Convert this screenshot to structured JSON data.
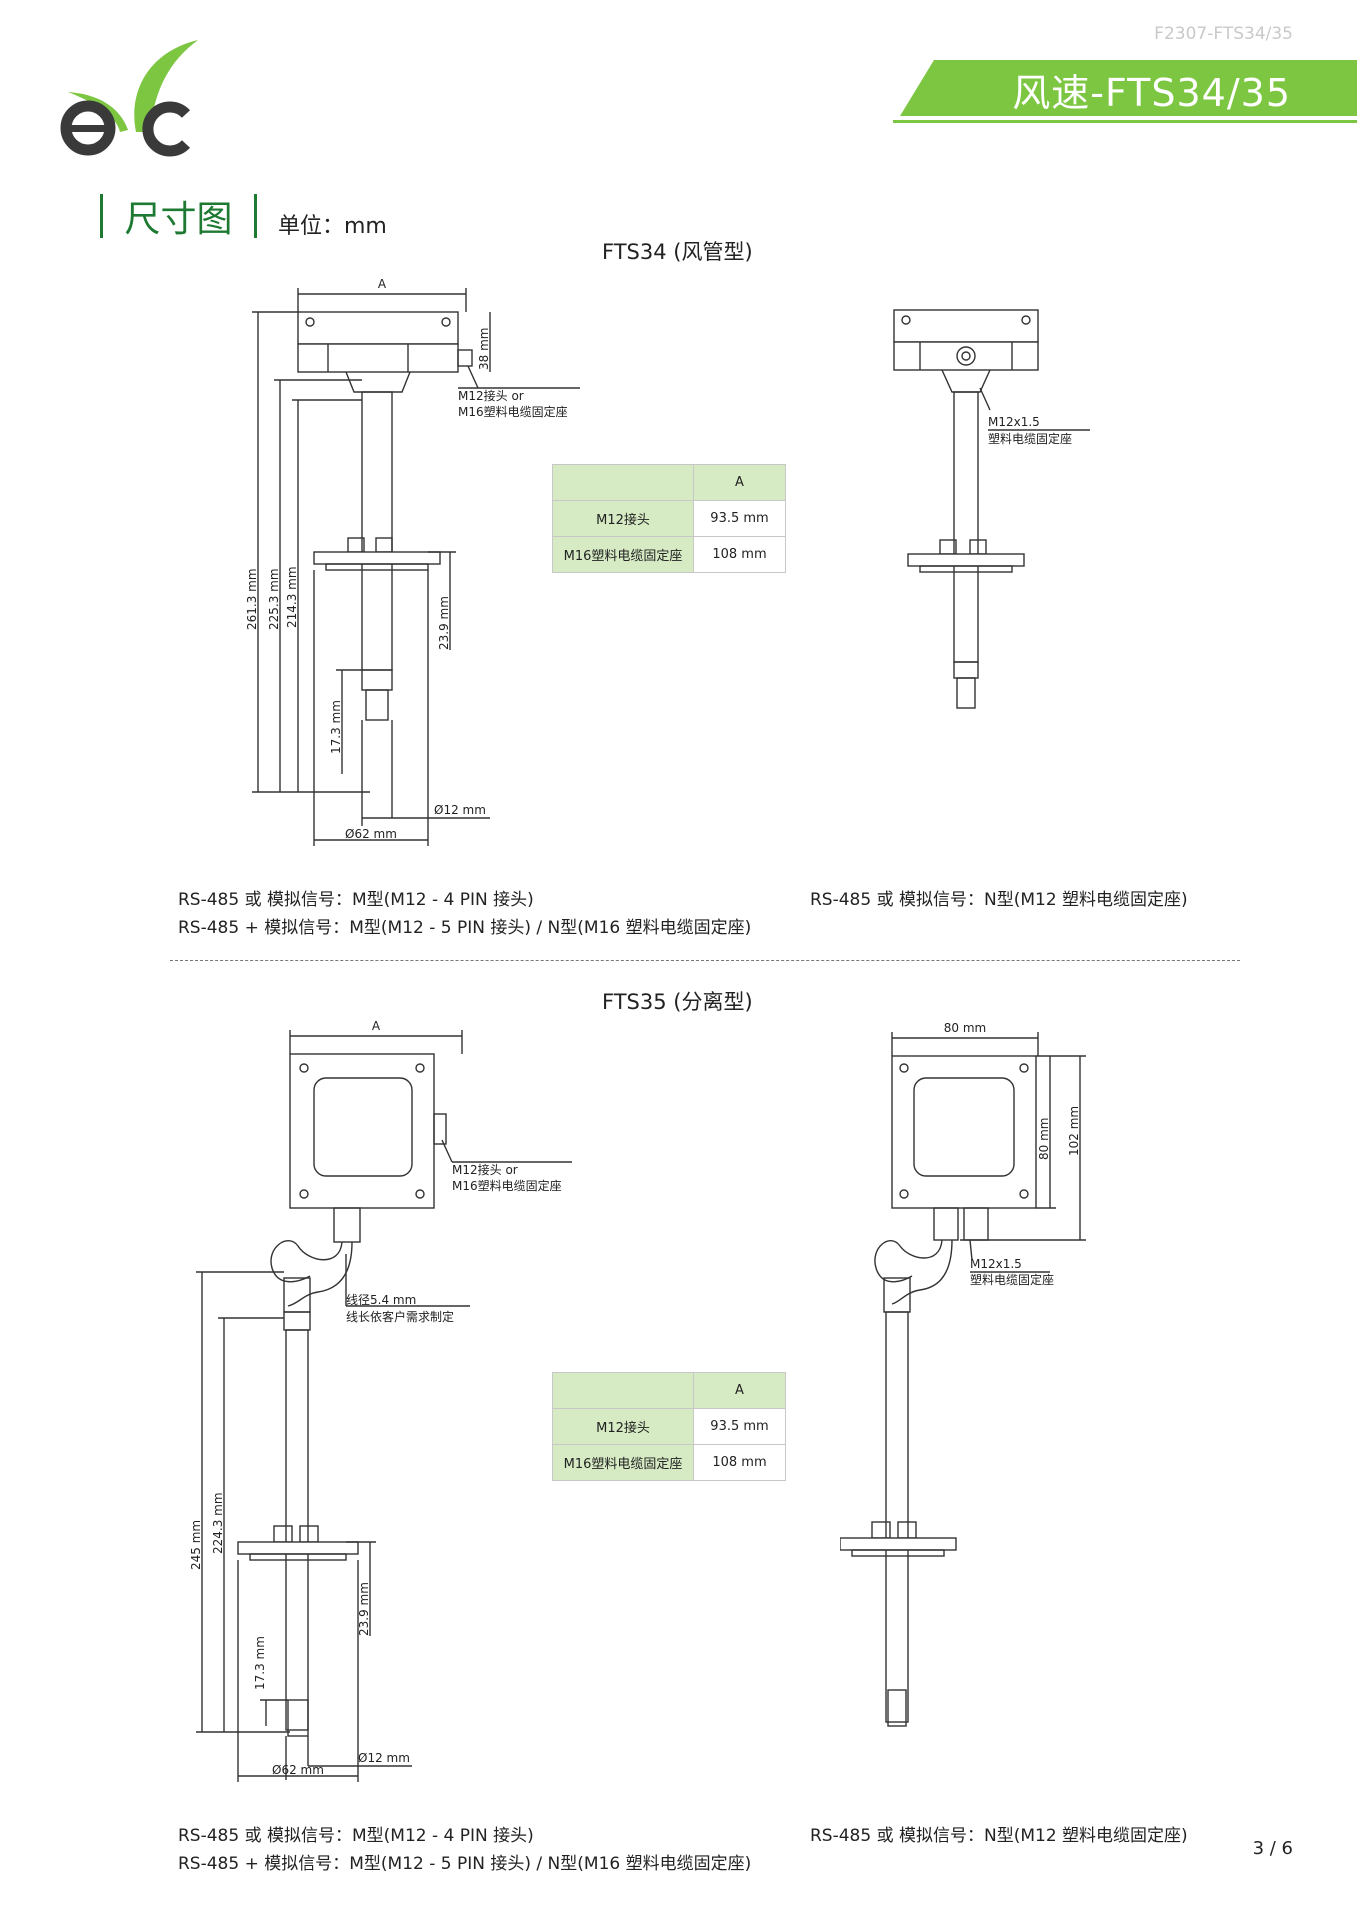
{
  "header": {
    "doc_code": "F2307-FTS34/35",
    "title": "风速-FTS34/35",
    "logo_text": "eyc"
  },
  "section": {
    "heading": "尺寸图",
    "unit": "单位：mm"
  },
  "fts34": {
    "title": "FTS34 (风管型)",
    "dims": {
      "a": "A",
      "h38": "38 mm",
      "conn": "M12接头 or",
      "conn2": "M16塑料电缆固定座",
      "h2613": "261.3 mm",
      "h2253": "225.3 mm",
      "h2143": "214.3 mm",
      "h239": "23.9 mm",
      "h173": "17.3 mm",
      "d12": "Ø12 mm",
      "d62": "Ø62 mm",
      "n_conn": "M12x1.5",
      "n_conn2": "塑料电缆固定座"
    },
    "table": {
      "header": "A",
      "rows": [
        {
          "label": "M12接头",
          "value": "93.5 mm"
        },
        {
          "label": "M16塑料电缆固定座",
          "value": "108 mm"
        }
      ]
    },
    "note_left_1": "RS-485 或 模拟信号：M型(M12 - 4 PIN 接头)",
    "note_left_2": "RS-485 + 模拟信号：M型(M12 - 5 PIN 接头) / N型(M16 塑料电缆固定座)",
    "note_right": "RS-485 或 模拟信号：N型(M12 塑料电缆固定座)"
  },
  "fts35": {
    "title": "FTS35 (分离型)",
    "dims": {
      "a": "A",
      "conn": "M12接头 or",
      "conn2": "M16塑料电缆固定座",
      "cable1": "线径5.4 mm",
      "cable2": "线长依客户需求制定",
      "h245": "245 mm",
      "h2243": "224.3 mm",
      "h239": "23.9 mm",
      "h173": "17.3 mm",
      "d12": "Ø12 mm",
      "d62": "Ø62 mm",
      "w80": "80 mm",
      "h80": "80 mm",
      "h102": "102 mm",
      "n_conn": "M12x1.5",
      "n_conn2": "塑料电缆固定座"
    },
    "table": {
      "header": "A",
      "rows": [
        {
          "label": "M12接头",
          "value": "93.5 mm"
        },
        {
          "label": "M16塑料电缆固定座",
          "value": "108 mm"
        }
      ]
    },
    "note_left_1": "RS-485 或 模拟信号：M型(M12 - 4 PIN 接头)",
    "note_left_2": "RS-485 + 模拟信号：M型(M12 - 5 PIN 接头) / N型(M16 塑料电缆固定座)",
    "note_right": "RS-485 或 模拟信号：N型(M12 塑料电缆固定座)"
  },
  "footer": {
    "page": "3 / 6"
  },
  "colors": {
    "brand_green": "#7dc642",
    "heading_green": "#1e7a33",
    "table_green": "#d6ebc4"
  }
}
